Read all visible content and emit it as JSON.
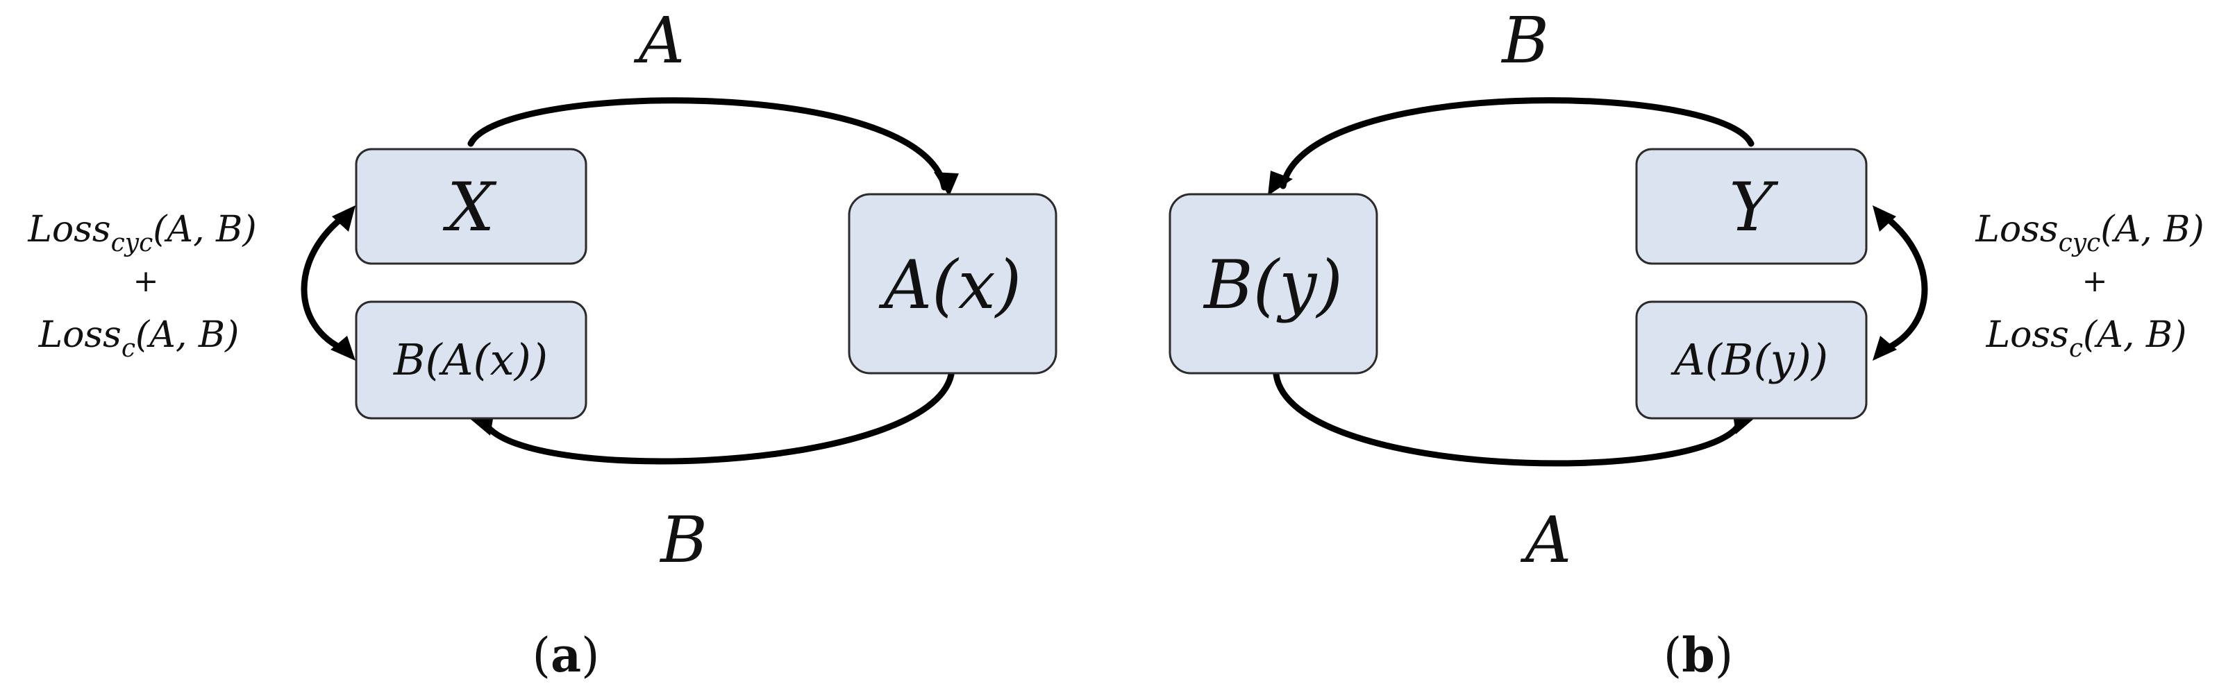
{
  "panels": [
    {
      "id": "a",
      "caption_open": "(",
      "caption_letter": "a",
      "caption_close": ")",
      "node_source": "X",
      "node_forward": "A(x)",
      "node_recon": "B(A(x))",
      "edge_forward": "A",
      "edge_backward": "B",
      "loss_cyc_base": "Loss",
      "loss_cyc_sub": "cyc",
      "loss_cyc_args": "(A, B)",
      "plus": "+",
      "loss_c_base": "Loss",
      "loss_c_sub": "c",
      "loss_c_args": "(A, B)"
    },
    {
      "id": "b",
      "caption_open": "(",
      "caption_letter": "b",
      "caption_close": ")",
      "node_source": "Y",
      "node_forward": "B(y)",
      "node_recon": "A(B(y))",
      "edge_forward": "B",
      "edge_backward": "A",
      "loss_cyc_base": "Loss",
      "loss_cyc_sub": "cyc",
      "loss_cyc_args": "(A, B)",
      "plus": "+",
      "loss_c_base": "Loss",
      "loss_c_sub": "c",
      "loss_c_args": "(A, B)"
    }
  ]
}
